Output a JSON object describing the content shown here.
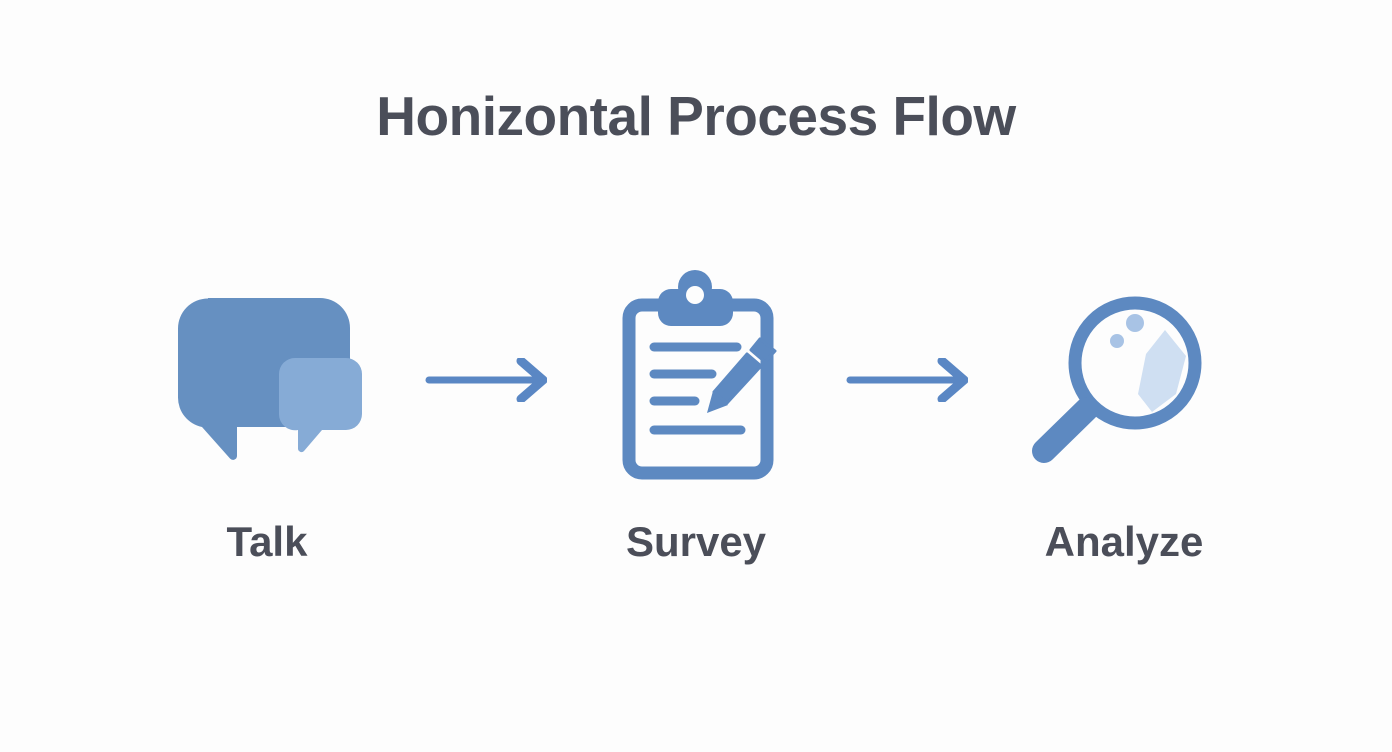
{
  "title": "Honizontal Process Flow",
  "steps": [
    {
      "label": "Talk",
      "icon": "chat-bubbles-icon"
    },
    {
      "label": "Survey",
      "icon": "clipboard-pencil-icon"
    },
    {
      "label": "Analyze",
      "icon": "magnifying-glass-icon"
    }
  ],
  "arrows": [
    {
      "name": "flow-arrow-1",
      "direction": "right"
    },
    {
      "name": "flow-arrow-2",
      "direction": "right"
    }
  ],
  "colors": {
    "background": "#fdfdfd",
    "title_text": "#4b4e59",
    "label_text": "#4b4e59",
    "icon_primary": "#5d89c1",
    "bubble_large": "#6690c1",
    "bubble_small": "#86abd6",
    "glare": "#cfdff2",
    "dot": "#a8c3e5",
    "arrow": "#5a87c4"
  }
}
